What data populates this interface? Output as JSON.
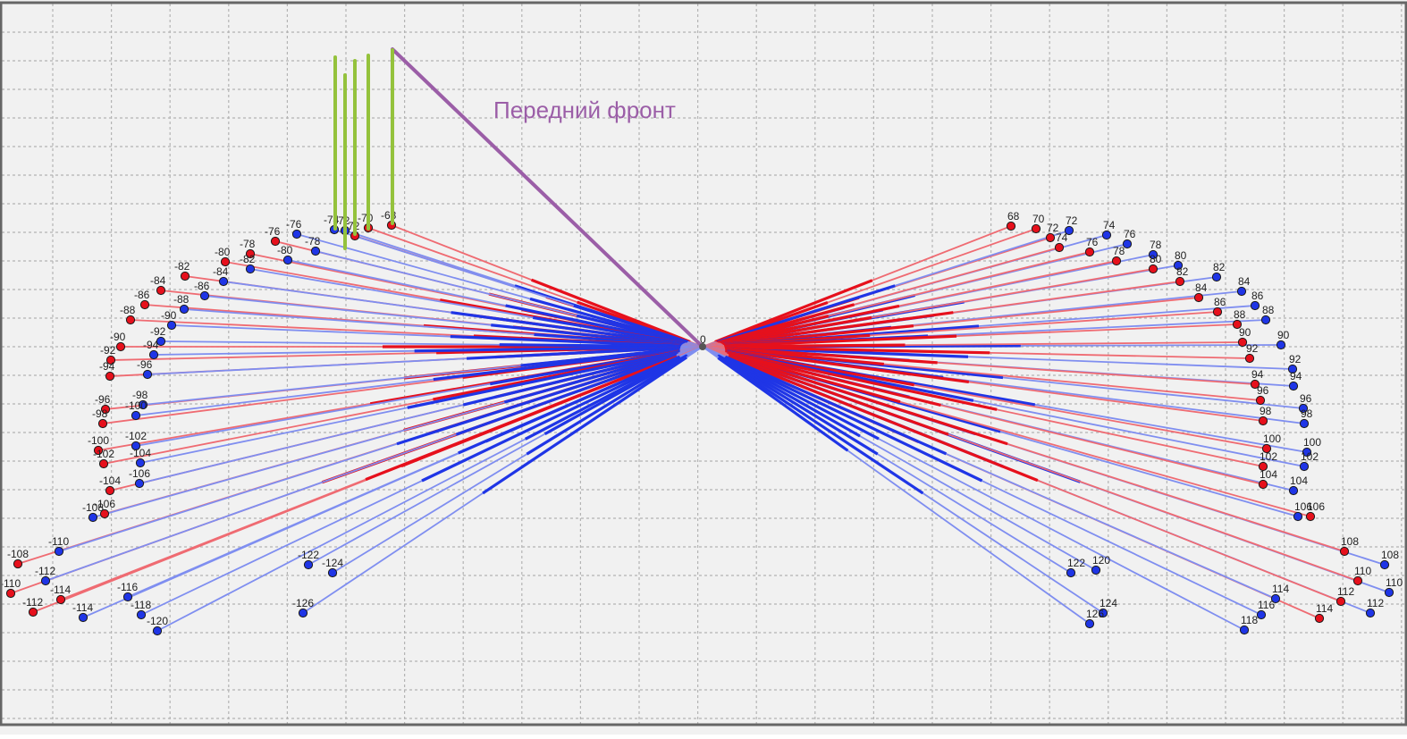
{
  "canvas": {
    "background": "#f1f1f1",
    "grid_color": "#b4b4b4",
    "border_color": "#666666"
  },
  "colors": {
    "red": "#e6101c",
    "red_thin": "#ef6b72",
    "blue": "#1f35e6",
    "blue_thin": "#7f8ef0",
    "annotation": "#9b5ea7",
    "green": "#94c23c"
  },
  "center": {
    "label": "0"
  },
  "annotation": {
    "text": "Передний фронт"
  },
  "markers": {
    "left": [
      {
        "label": "-68",
        "c": "r"
      },
      {
        "label": "-70",
        "c": "r"
      },
      {
        "label": "-72",
        "c": "r"
      },
      {
        "label": "-72",
        "c": "b"
      },
      {
        "label": "-74",
        "c": "b"
      },
      {
        "label": "-76",
        "c": "b"
      },
      {
        "label": "-76",
        "c": "r"
      },
      {
        "label": "-78",
        "c": "b"
      },
      {
        "label": "-78",
        "c": "r"
      },
      {
        "label": "-80",
        "c": "b"
      },
      {
        "label": "-80",
        "c": "r"
      },
      {
        "label": "-82",
        "c": "b"
      },
      {
        "label": "-82",
        "c": "r"
      },
      {
        "label": "-84",
        "c": "b"
      },
      {
        "label": "-84",
        "c": "r"
      },
      {
        "label": "-86",
        "c": "b"
      },
      {
        "label": "-86",
        "c": "r"
      },
      {
        "label": "-88",
        "c": "b"
      },
      {
        "label": "-88",
        "c": "r"
      },
      {
        "label": "-90",
        "c": "b"
      },
      {
        "label": "-90",
        "c": "r"
      },
      {
        "label": "-92",
        "c": "b"
      },
      {
        "label": "-92",
        "c": "r"
      },
      {
        "label": "-94",
        "c": "b"
      },
      {
        "label": "-94",
        "c": "r"
      },
      {
        "label": "-96",
        "c": "b"
      },
      {
        "label": "-96",
        "c": "r"
      },
      {
        "label": "-98",
        "c": "b"
      },
      {
        "label": "-98",
        "c": "r"
      },
      {
        "label": "-100",
        "c": "b"
      },
      {
        "label": "-100",
        "c": "r"
      },
      {
        "label": "-102",
        "c": "b"
      },
      {
        "label": "-102",
        "c": "r"
      },
      {
        "label": "-104",
        "c": "b"
      },
      {
        "label": "-104",
        "c": "r"
      },
      {
        "label": "-106",
        "c": "b"
      },
      {
        "label": "-106",
        "c": "r"
      },
      {
        "label": "-108",
        "c": "b"
      },
      {
        "label": "-108",
        "c": "r"
      },
      {
        "label": "-110",
        "c": "b"
      },
      {
        "label": "-110",
        "c": "r"
      },
      {
        "label": "-112",
        "c": "b"
      },
      {
        "label": "-112",
        "c": "r"
      },
      {
        "label": "-114",
        "c": "r"
      },
      {
        "label": "-114",
        "c": "b"
      },
      {
        "label": "-116",
        "c": "b"
      },
      {
        "label": "-118",
        "c": "b"
      },
      {
        "label": "-120",
        "c": "b"
      },
      {
        "label": "-122",
        "c": "b"
      },
      {
        "label": "-124",
        "c": "b"
      },
      {
        "label": "-126",
        "c": "b"
      }
    ],
    "right": [
      {
        "label": "68",
        "c": "r"
      },
      {
        "label": "70",
        "c": "r"
      },
      {
        "label": "72",
        "c": "r"
      },
      {
        "label": "72",
        "c": "b"
      },
      {
        "label": "74",
        "c": "b"
      },
      {
        "label": "74",
        "c": "r"
      },
      {
        "label": "76",
        "c": "b"
      },
      {
        "label": "76",
        "c": "r"
      },
      {
        "label": "78",
        "c": "b"
      },
      {
        "label": "78",
        "c": "r"
      },
      {
        "label": "80",
        "c": "b"
      },
      {
        "label": "80",
        "c": "r"
      },
      {
        "label": "82",
        "c": "b"
      },
      {
        "label": "82",
        "c": "r"
      },
      {
        "label": "84",
        "c": "b"
      },
      {
        "label": "84",
        "c": "r"
      },
      {
        "label": "86",
        "c": "b"
      },
      {
        "label": "86",
        "c": "r"
      },
      {
        "label": "88",
        "c": "b"
      },
      {
        "label": "88",
        "c": "r"
      },
      {
        "label": "90",
        "c": "b"
      },
      {
        "label": "90",
        "c": "r"
      },
      {
        "label": "92",
        "c": "b"
      },
      {
        "label": "92",
        "c": "r"
      },
      {
        "label": "94",
        "c": "b"
      },
      {
        "label": "94",
        "c": "r"
      },
      {
        "label": "96",
        "c": "b"
      },
      {
        "label": "96",
        "c": "r"
      },
      {
        "label": "98",
        "c": "b"
      },
      {
        "label": "98",
        "c": "r"
      },
      {
        "label": "100",
        "c": "b"
      },
      {
        "label": "100",
        "c": "r"
      },
      {
        "label": "102",
        "c": "b"
      },
      {
        "label": "102",
        "c": "r"
      },
      {
        "label": "104",
        "c": "b"
      },
      {
        "label": "104",
        "c": "r"
      },
      {
        "label": "106",
        "c": "b"
      },
      {
        "label": "106",
        "c": "r"
      },
      {
        "label": "108",
        "c": "b"
      },
      {
        "label": "108",
        "c": "r"
      },
      {
        "label": "110",
        "c": "b"
      },
      {
        "label": "110",
        "c": "r"
      },
      {
        "label": "112",
        "c": "b"
      },
      {
        "label": "112",
        "c": "r"
      },
      {
        "label": "114",
        "c": "r"
      },
      {
        "label": "114",
        "c": "b"
      },
      {
        "label": "116",
        "c": "b"
      },
      {
        "label": "118",
        "c": "b"
      },
      {
        "label": "120",
        "c": "b"
      },
      {
        "label": "122",
        "c": "b"
      },
      {
        "label": "124",
        "c": "b"
      },
      {
        "label": "126",
        "c": "b"
      }
    ]
  }
}
